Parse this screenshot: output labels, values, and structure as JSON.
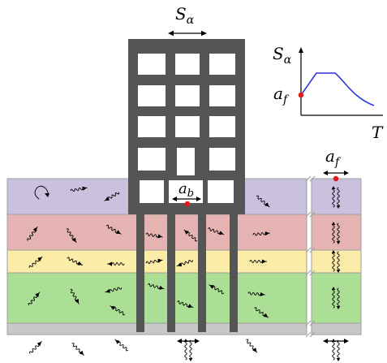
{
  "labels": {
    "s_alpha_top": "S",
    "s_alpha_top_sub": "α",
    "a_b": "a",
    "a_b_sub": "b",
    "a_f_col": "a",
    "a_f_col_sub": "f"
  },
  "spectrum": {
    "y_label": "S",
    "y_label_sub": "α",
    "x_label": "T",
    "marker_label": "a",
    "marker_label_sub": "f",
    "curve_color": "#2b35e0",
    "marker_color": "#e11b1b"
  },
  "colors": {
    "layer_1": "#c9c1de",
    "layer_2": "#e6b3b3",
    "layer_3": "#fbeca8",
    "layer_4": "#aadf95",
    "bedrock": "#c8c8c8",
    "building": "#555555"
  },
  "icons": [
    "rotation-wave-icon",
    "wavy-arrow-icon",
    "vertical-double-arrow-icon"
  ]
}
